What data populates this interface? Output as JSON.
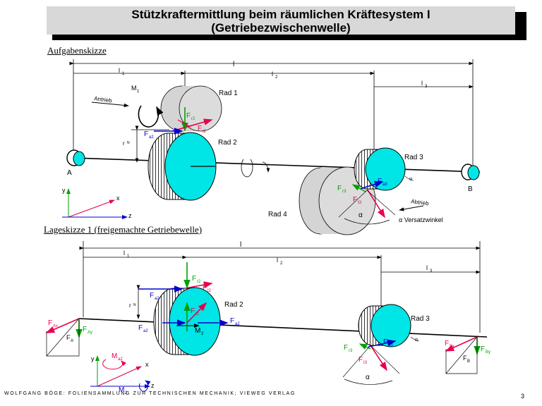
{
  "title": {
    "line1": "Stützkraftermittlung beim räumlichen Kräftesystem I",
    "line2": "(Getriebezwischenwelle)"
  },
  "sections": {
    "sketch": "Aufgabenskizze",
    "free_body": "Lageskizze 1 (freigemachte Getriebewelle)"
  },
  "labels": {
    "l": "l",
    "l1": "l",
    "l1_sub": "1",
    "l2": "l",
    "l2_sub": "2",
    "l3": "l",
    "l3_sub": "3",
    "rN": "r",
    "rN_sub": "N",
    "rad1": "Rad 1",
    "rad2": "Rad 2",
    "rad3": "Rad 3",
    "rad4": "Rad 4",
    "antrieb_in": "Antrieb",
    "abtrieb": "Abtrieb",
    "M1": "M",
    "M1_sub": "1",
    "A": "A",
    "B": "B",
    "x": "x",
    "y": "y",
    "z": "z",
    "alpha": "α",
    "versatzwinkel": "α Versatzwinkel",
    "F": "F",
    "t2": "t2",
    "r2": "r2",
    "a2": "a2",
    "r3": "r3",
    "t3": "t3",
    "a3": "a3",
    "Ax": "Ax",
    "Ay": "Ay",
    "A_sub": "A",
    "Bx": "Bx",
    "By": "By",
    "B_sub": "B",
    "M2": "M",
    "M2_sub": "2",
    "Ma2": "M",
    "Ma2_sub": "a2"
  },
  "colors": {
    "wheel_cyan": "#00e5e5",
    "wheel_grey": "#d4d4d4",
    "force_red": "#e8004a",
    "force_green": "#00a000",
    "force_blue": "#0000d0",
    "axis_red": "#e00040"
  },
  "footer": "WOLFGANG BÖGE: FOLIENSAMMLUNG ZUR TECHNISCHEN MECHANIK; VIEWEG VERLAG",
  "page_number": "3"
}
